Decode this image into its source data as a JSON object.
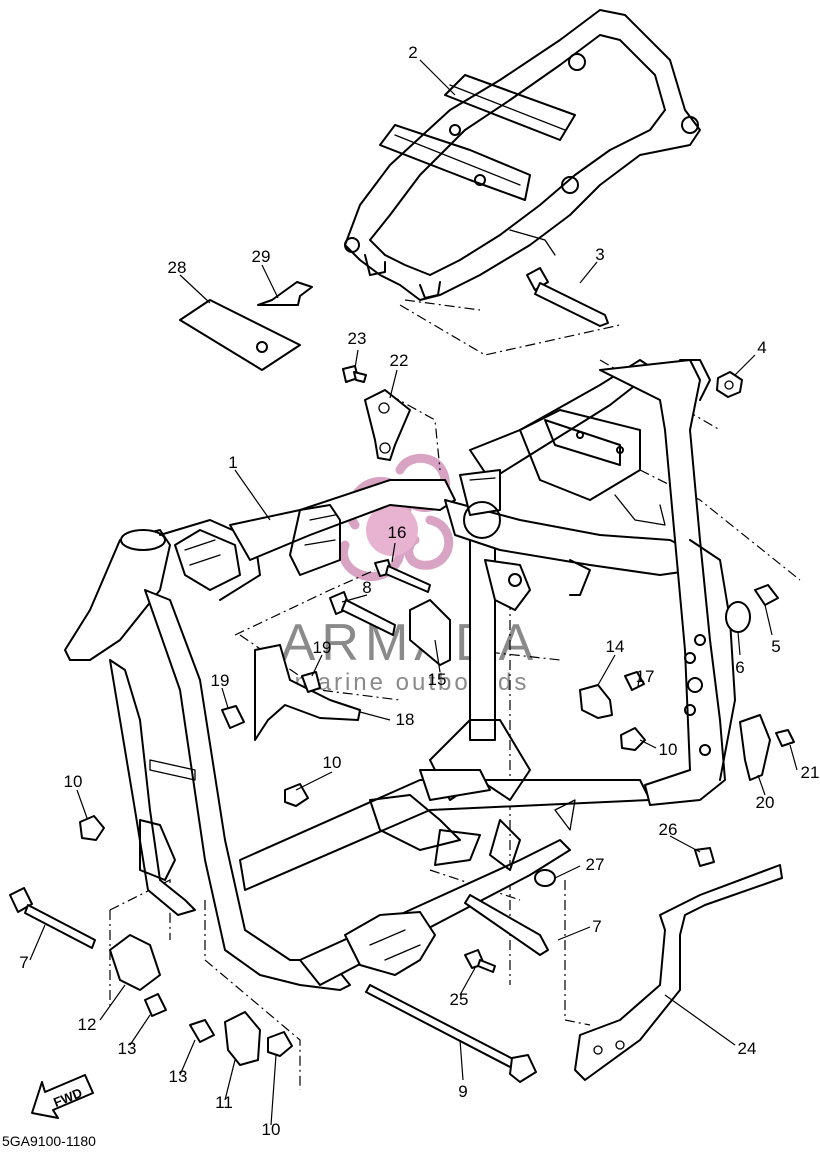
{
  "diagram": {
    "part_code": "5GA9100-1180",
    "fwd_label": "FWD",
    "watermark": {
      "brand": "ARMADA",
      "tagline": "marine outboards"
    },
    "callouts": [
      {
        "id": "c1",
        "text": "1"
      },
      {
        "id": "c2",
        "text": "2"
      },
      {
        "id": "c3",
        "text": "3"
      },
      {
        "id": "c4",
        "text": "4"
      },
      {
        "id": "c5",
        "text": "5"
      },
      {
        "id": "c6",
        "text": "6"
      },
      {
        "id": "c7a",
        "text": "7"
      },
      {
        "id": "c7b",
        "text": "7"
      },
      {
        "id": "c8",
        "text": "8"
      },
      {
        "id": "c9",
        "text": "9"
      },
      {
        "id": "c10a",
        "text": "10"
      },
      {
        "id": "c10b",
        "text": "10"
      },
      {
        "id": "c10c",
        "text": "10"
      },
      {
        "id": "c10d",
        "text": "10"
      },
      {
        "id": "c11",
        "text": "11"
      },
      {
        "id": "c12",
        "text": "12"
      },
      {
        "id": "c13a",
        "text": "13"
      },
      {
        "id": "c13b",
        "text": "13"
      },
      {
        "id": "c14",
        "text": "14"
      },
      {
        "id": "c15",
        "text": "15"
      },
      {
        "id": "c16",
        "text": "16"
      },
      {
        "id": "c17",
        "text": "17"
      },
      {
        "id": "c18",
        "text": "18"
      },
      {
        "id": "c19a",
        "text": "19"
      },
      {
        "id": "c19b",
        "text": "19"
      },
      {
        "id": "c20",
        "text": "20"
      },
      {
        "id": "c21",
        "text": "21"
      },
      {
        "id": "c22",
        "text": "22"
      },
      {
        "id": "c23",
        "text": "23"
      },
      {
        "id": "c24",
        "text": "24"
      },
      {
        "id": "c25",
        "text": "25"
      },
      {
        "id": "c26",
        "text": "26"
      },
      {
        "id": "c27",
        "text": "27"
      },
      {
        "id": "c28",
        "text": "28"
      },
      {
        "id": "c29",
        "text": "29"
      }
    ]
  },
  "colors": {
    "line": "#000000",
    "watermark_logo": "#d9a3c4",
    "watermark_text": "#8a8a8a",
    "background": "#ffffff"
  }
}
